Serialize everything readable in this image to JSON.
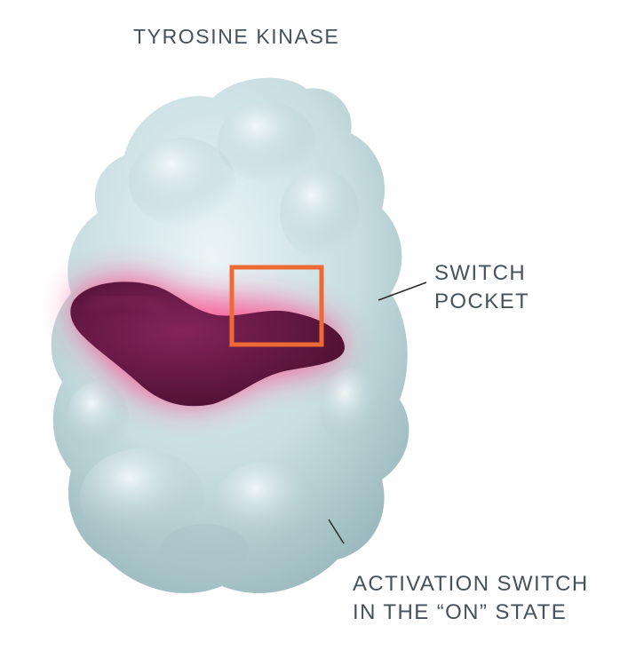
{
  "title": "TYROSINE KINASE",
  "labels": {
    "switch_pocket": [
      "SWITCH",
      "POCKET"
    ],
    "activation_switch": [
      "ACTIVATION SWITCH",
      "IN THE “ON” STATE"
    ]
  },
  "colors": {
    "protein_surface": "#c9dfe1",
    "ligand": "#6b1a45",
    "glow": "#ff2d7a",
    "highlight_box": "#ee6a34",
    "text": "#44525c"
  }
}
